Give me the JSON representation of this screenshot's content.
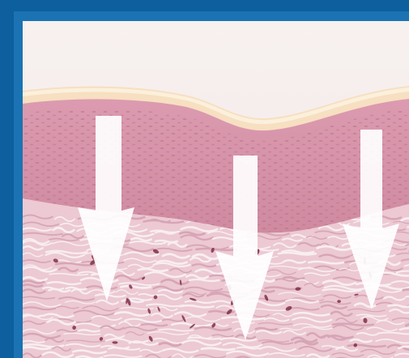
{
  "palette": {
    "frame_blue": "#0d5f9e",
    "inner_blue": "#1b73b3",
    "background_top": "#f7f1ef",
    "background_mid": "#f2e6e4",
    "stratum_corneum": "#f7dfc1",
    "stratum_highlight": "#fbf0dc",
    "epidermis": "#dc9bb0",
    "epidermis_dark": "#cf8aa0",
    "dermis_base": "#ecc9d3",
    "collagen_fiber": "#f8eef1",
    "collagen_shadow": "#d7a5b6",
    "cell": "#7a2640",
    "arrow_fill": "#ffffff"
  },
  "icons": [
    "downward-arrow-icon"
  ],
  "diagram": {
    "layers": [
      "stratum-corneum",
      "epidermis",
      "dermis"
    ],
    "arrow_count": 3
  }
}
